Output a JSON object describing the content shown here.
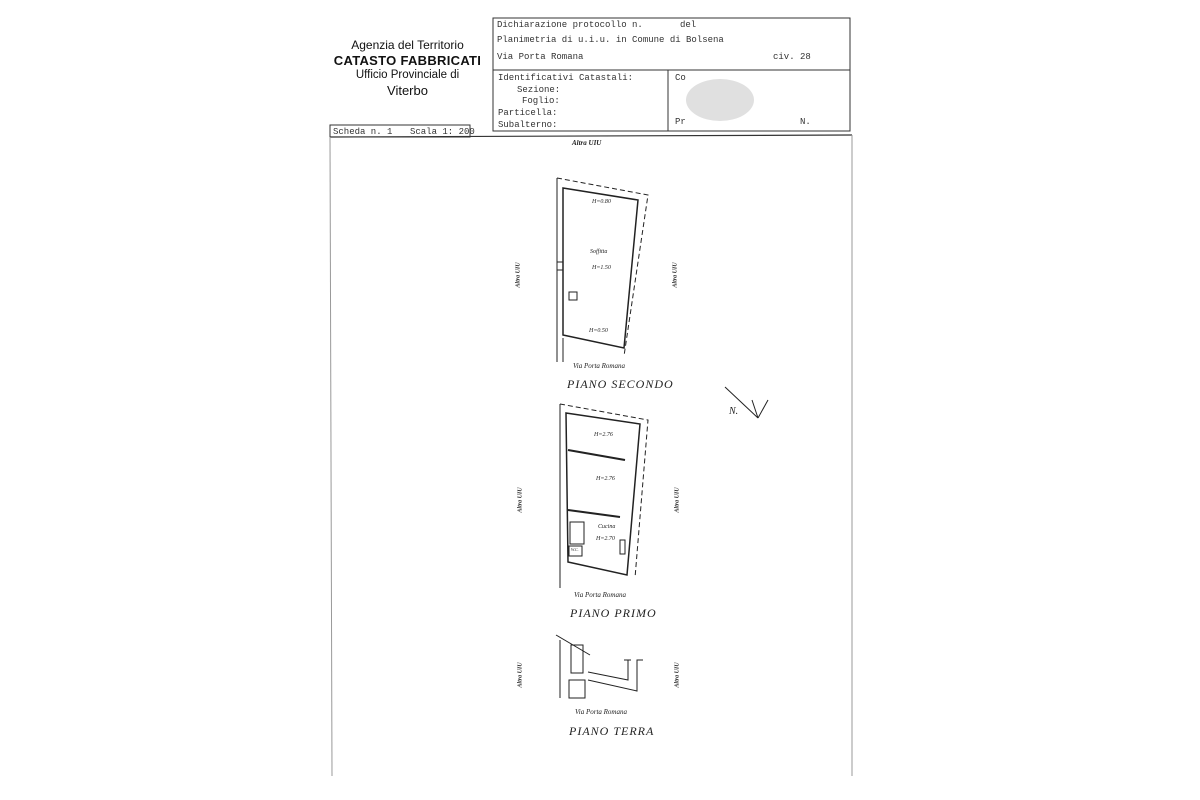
{
  "agency": {
    "line1": "Agenzia del Territorio",
    "line2": "CATASTO FABBRICATI",
    "line3": "Ufficio Provinciale di",
    "line4": "Viterbo"
  },
  "header": {
    "protocol_label": "Dichiarazione protocollo n.",
    "protocol_date_label": "del",
    "planimetry": "Planimetria di u.i.u. in Comune di Bolsena",
    "address": "Via Porta Romana",
    "civic": "civ. 28",
    "identifiers_title": "Identificativi Catastali:",
    "sezione": "Sezione:",
    "foglio": "Foglio:",
    "particella": "Particella:",
    "subalterno": "Subalterno:",
    "right_top": "Co",
    "right_bottom_left": "Pr",
    "right_bottom_right": "N.",
    "redaction_color": "#e0e0e0"
  },
  "sheet": {
    "scheda": "Scheda n. 1",
    "scala": "Scala 1: 200"
  },
  "plan": {
    "top_neighbor": "Altra UIU",
    "neighbor": "Altra UIU",
    "north": "N.",
    "floors": [
      {
        "title": "PIANO SECONDO",
        "street": "Via Porta Romana",
        "labels": [
          "H=0.80",
          "Soffitta",
          "H=1.50",
          "H=0.50"
        ]
      },
      {
        "title": "PIANO PRIMO",
        "street": "Via Porta Romana",
        "labels": [
          "H=2.76",
          "H=2.76",
          "Cucina",
          "H=2.70",
          "W.C."
        ]
      },
      {
        "title": "PIANO TERRA",
        "street": "Via Porta Romana",
        "labels": []
      }
    ]
  }
}
